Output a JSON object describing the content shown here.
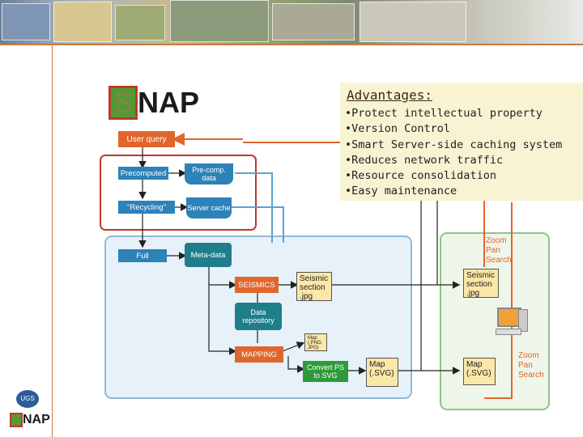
{
  "advantages": {
    "title": "Advantages:",
    "items": [
      "Protect intellectual property",
      "Version Control",
      "Smart Server-side caching system",
      "Reduces network traffic",
      "Resource consolidation",
      "Easy maintenance"
    ]
  },
  "logo": {
    "s": "S",
    "rest": "NAP"
  },
  "small_logo": {
    "s": "S",
    "rest": "NAP",
    "badge": "UGS"
  },
  "diagram": {
    "user_query": "User query",
    "precomputed": "Precomputed",
    "precomp_data": "Pre-comp. data",
    "recycling": "\"Recycling\"",
    "server_cache": "Server cache",
    "full": "Full",
    "meta_data": "Meta-data",
    "seismics": "SEISMICS",
    "seismic_section_doc": "Seismic section .jpg",
    "data_repository": "Data repository",
    "map_small_doc": "Map (.PNG, JPG)",
    "mapping": "MAPPING",
    "convert": "Convert PS to SVG",
    "map_svg_doc": "Map (.SVG)",
    "client_seismic_doc": "Seismic section .jpg",
    "client_map_doc": "Map (.SVG)",
    "zoom_top": [
      "Zoom",
      "Pan",
      "Search"
    ],
    "zoom_bottom": [
      "Zoom",
      "Pan",
      "Search"
    ]
  },
  "colors": {
    "accent_orange": "#e0662b",
    "box_blue": "#2d82b8",
    "client_green": "#2e9a3a",
    "advantages_bg": "#f7f3d3"
  }
}
